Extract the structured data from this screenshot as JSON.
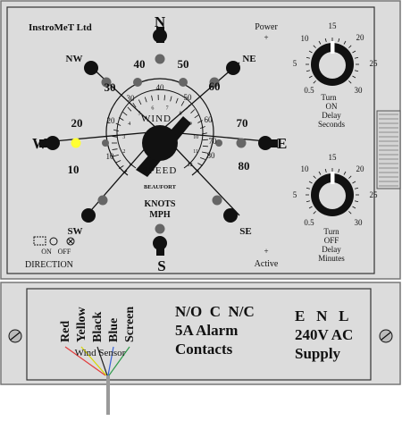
{
  "brand": "InstroMeT Ltd",
  "compass": {
    "n": "N",
    "s": "S",
    "e": "E",
    "w": "W",
    "ne": "NE",
    "nw": "NW",
    "se": "SE",
    "sw": "SW"
  },
  "direction_label": "DIRECTION",
  "direction_legend": {
    "on": "ON",
    "off": "OFF"
  },
  "wind_speed": {
    "line1": "WIND",
    "line2": "SPEED",
    "beaufort": "BEAUFORT",
    "knots": "KNOTS",
    "mph": "MPH",
    "outer_left": [
      "10",
      "20",
      "30",
      "40"
    ],
    "outer_right": [
      "50",
      "60",
      "70",
      "80"
    ],
    "inner_left": [
      "10",
      "20",
      "30",
      "40"
    ],
    "inner_right": [
      "50",
      "60",
      "70",
      "80"
    ],
    "beaufort_scale": [
      "1",
      "2",
      "3",
      "4",
      "5",
      "6",
      "7",
      "8",
      "9",
      "10",
      "11",
      "12"
    ]
  },
  "power": {
    "label": "Power",
    "sign": "+"
  },
  "active": {
    "label": "Active",
    "sign": "+"
  },
  "turn_on": {
    "line1": "Turn",
    "line2": "ON",
    "line3": "Delay",
    "line4": "Seconds",
    "scale": [
      "0.5",
      "5",
      "10",
      "15",
      "20",
      "25",
      "30"
    ]
  },
  "turn_off": {
    "line1": "Turn",
    "line2": "OFF",
    "line3": "Delay",
    "line4": "Minutes",
    "scale": [
      "0.5",
      "5",
      "10",
      "15",
      "20",
      "25",
      "30"
    ]
  },
  "terminals": {
    "wires": [
      "Red",
      "Yellow",
      "Black",
      "Blue",
      "Screen"
    ],
    "wind_sensor": "Wind Sensor",
    "alarm": {
      "line1": "N/O  C  N/C",
      "line2": "5A Alarm",
      "line3": "Contacts"
    },
    "supply": {
      "line1": "E   N   L",
      "line2": "240V AC",
      "line3": "Supply"
    }
  },
  "colors": {
    "panel": "#dcdcdc",
    "indicator_on": "#ffff33",
    "dial": "#111111",
    "wire_red": "#e23c3c",
    "wire_yellow": "#d8d800",
    "wire_black": "#222222",
    "wire_blue": "#3a64d8",
    "wire_screen": "#2e9a4a"
  }
}
